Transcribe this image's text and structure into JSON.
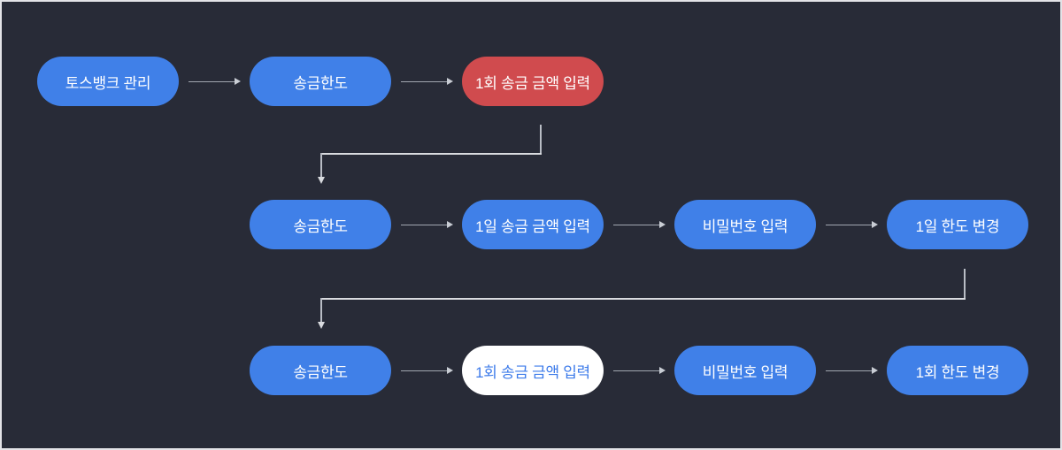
{
  "diagram": {
    "title": "toss-bank-transfer-limit-change-flow",
    "background_color": "#282b37",
    "border_color": "#e3e3e7",
    "node_colors": {
      "blue": "#4080e8",
      "red": "#d04b4e",
      "white_bg": "#ffffff",
      "white_text": "#3d7bea"
    },
    "arrow_color": "#a2a7b0",
    "connector_color": "#c9cdd4",
    "rows": [
      {
        "nodes": [
          {
            "label": "토스뱅크 관리",
            "variant": "blue"
          },
          {
            "label": "송금한도",
            "variant": "blue"
          },
          {
            "label": "1회 송금 금액 입력",
            "variant": "red"
          }
        ]
      },
      {
        "nodes": [
          {
            "label": "송금한도",
            "variant": "blue"
          },
          {
            "label": "1일 송금 금액 입력",
            "variant": "blue"
          },
          {
            "label": "비밀번호 입력",
            "variant": "blue"
          },
          {
            "label": "1일 한도 변경",
            "variant": "blue"
          }
        ]
      },
      {
        "nodes": [
          {
            "label": "송금한도",
            "variant": "blue"
          },
          {
            "label": "1회 송금 금액 입력",
            "variant": "white"
          },
          {
            "label": "비밀번호 입력",
            "variant": "blue"
          },
          {
            "label": "1회 한도 변경",
            "variant": "blue"
          }
        ]
      }
    ]
  }
}
